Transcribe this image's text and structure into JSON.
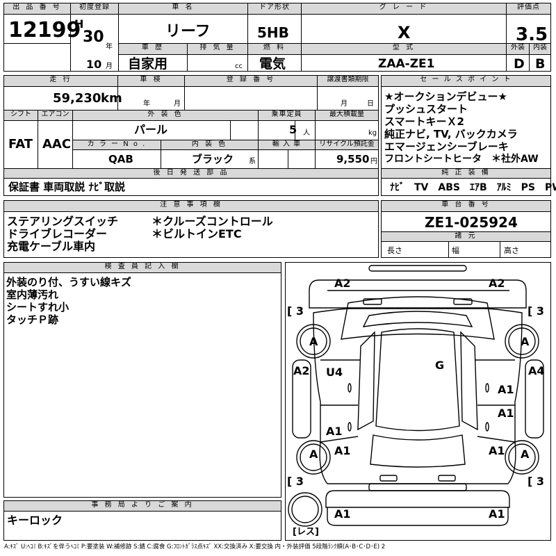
{
  "header": {
    "lot_no_label": "出 品 番 号",
    "lot_no": "12199",
    "first_reg_label": "初度登録",
    "era": "H",
    "year": "30",
    "year_unit": "年",
    "month": "10",
    "month_unit": "月",
    "car_name_label": "車 名",
    "car_name": "リーフ",
    "door_label": "ドア形状",
    "door": "5HB",
    "grade_label": "グ レ ー ド",
    "grade": "X",
    "score_label": "評価点",
    "score": "3.5",
    "history_label": "車 歴",
    "history": "自家用",
    "displacement_label": "排 気 量",
    "displacement_unit": "cc",
    "fuel_label": "燃 料",
    "fuel": "電気",
    "model_label": "型 式",
    "model": "ZAA-ZE1",
    "exterior_label": "外装",
    "exterior": "D",
    "interior_label": "内装",
    "interior": "B"
  },
  "second": {
    "mileage_label": "走 行",
    "mileage": "59,230",
    "mileage_unit": "km",
    "inspection_label": "車 検",
    "inspection_year_unit": "年",
    "inspection_month_unit": "月",
    "registration_label": "登 録 番 号",
    "transfer_label": "譲渡書類期限",
    "transfer_month_unit": "月",
    "transfer_day_unit": "日",
    "shift_label": "シフト",
    "shift": "FAT",
    "ac_label": "エアコン",
    "ac": "AAC",
    "color_label": "外 装 色",
    "color": "パール",
    "capacity_label": "乗車定員",
    "capacity": "5",
    "capacity_unit": "人",
    "loadcap_label": "最大積載量",
    "loadcap_unit": "kg",
    "color_no_label": "カ ラ ー N o .",
    "color_no": "QAB",
    "int_color_label": "内 装 色",
    "int_color": "ブラック",
    "int_color_suffix": "系",
    "import_label": "輸 入 車",
    "recycle_label": "リサイクル預託金",
    "recycle": "9,550",
    "recycle_unit": "円",
    "later_parts_label": "後 日 発 送 部 品",
    "later_parts": "保証書 車両取説 ﾅﾋﾞ取説"
  },
  "sales": {
    "label": "セ ー ル ス ポ イ ン ト",
    "points": [
      "★オークションデビュー★",
      "プッシュスタート",
      "スマートキーＸ2",
      "純正ナビ, TV, バックカメラ",
      "エマージェンシーブレーキ",
      "フロントシートヒータ　＊社外AW"
    ],
    "equipment_label": "純 正 装 備",
    "equipment": "ﾅﾋﾞ　TV　ABS　ｴｱB　ｱﾙﾐ　PS　PW"
  },
  "notes": {
    "label": "注 意 事 項 欄",
    "left": [
      "ステアリングスイッチ",
      "ドライブレコーダー",
      "充電ケーブル車内"
    ],
    "right": [
      "＊クルーズコントロール",
      "＊ビルトインETC"
    ]
  },
  "chassis": {
    "label": "車 台 番 号",
    "number": "ZE1-025924",
    "dims_label": "諸 元",
    "length_label": "長さ",
    "width_label": "幅",
    "height_label": "高さ"
  },
  "inspector": {
    "label": "検 査 員 記 入 欄",
    "lines": [
      "外装のり付、うすい線キズ",
      "室内薄汚れ",
      "シートすれ小",
      "タッチＰ跡"
    ]
  },
  "office": {
    "label": "事 務 局 よ り ご 案 内",
    "text": "キーロック"
  },
  "diagram": {
    "marks": {
      "fl_a2": "A2",
      "fr_a2": "A2",
      "tl_3": "[ 3",
      "tr_3": "[ 3",
      "tire_fl": "A",
      "tire_fr": "A",
      "side_l_a2": "A2",
      "side_r_a4": "A4",
      "u4": "U4",
      "g": "G",
      "r_a1_1": "A1",
      "r_a1_2": "A1",
      "l_a1_1": "A1",
      "l_a1_2": "A1",
      "r_a1_3": "A1",
      "tire_rl": "A",
      "tire_rr": "A",
      "bl_3": "[ 3",
      "br_3": "[ 3",
      "rear_a1_l": "A1",
      "rear_a1_r": "A1",
      "spare": "[レス]"
    }
  },
  "legend": "A:ｷｽﾞ U:ﾍｺﾐ B:ｷｽﾞを伴うﾍｺﾐ P:要塗装 W:補修跡 S:錆 C:腐食 G:ﾌﾛﾝﾄｶﾞﾗｽ点ｷｽﾞ XX:交換済み X:要交換 内・外装評価 5段階ﾗﾝｸ順(A･B･C･D･E) 2"
}
